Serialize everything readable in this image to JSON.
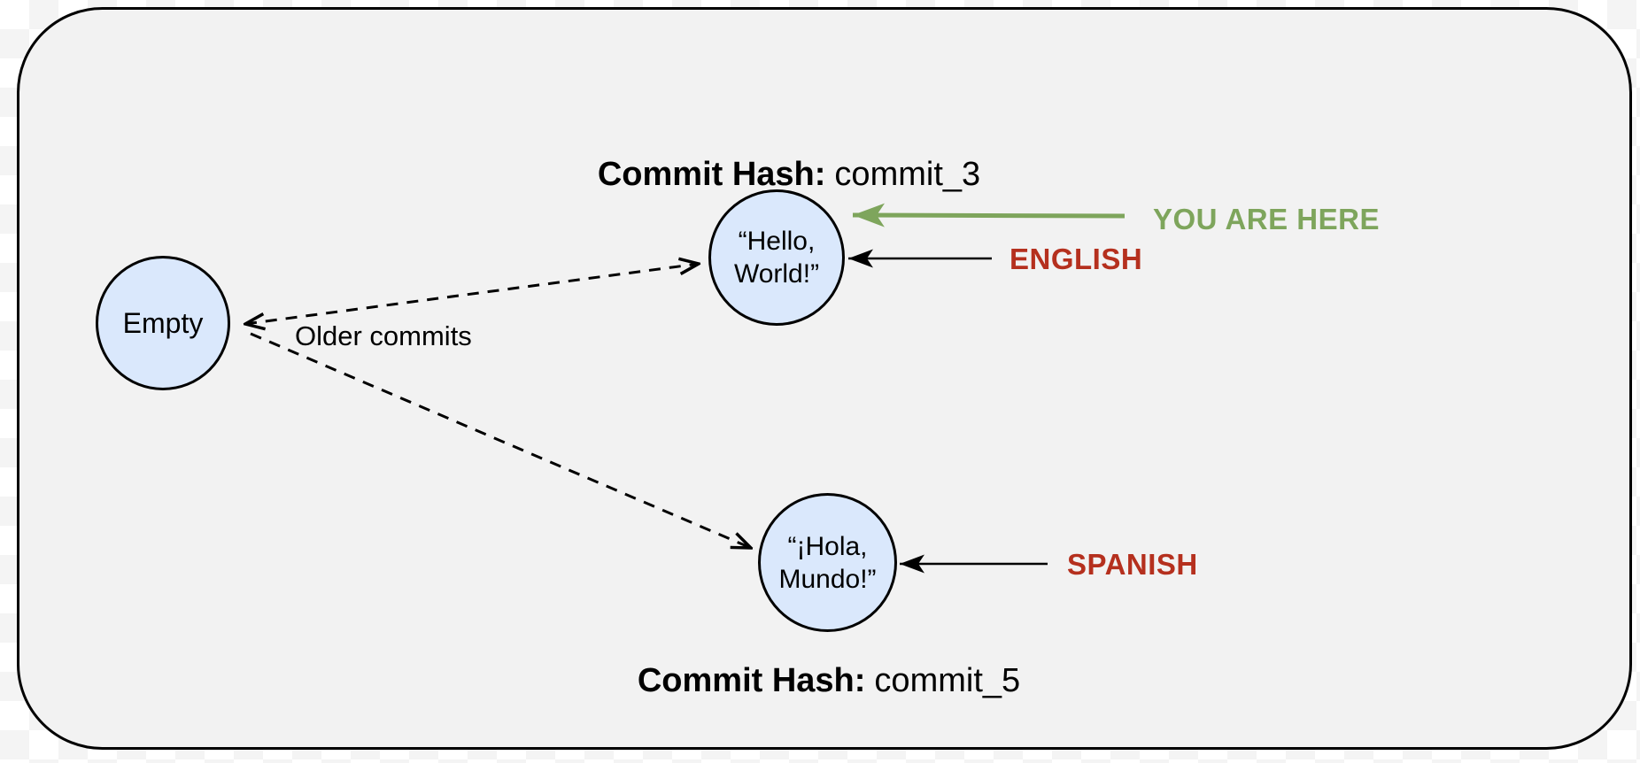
{
  "diagram": {
    "container_shape": "rounded-rectangle",
    "nodes": {
      "empty": {
        "label": "Empty"
      },
      "hello": {
        "line1": "“Hello,",
        "line2": "World!”"
      },
      "hola": {
        "line1": "“¡Hola,",
        "line2": "Mundo!”"
      }
    },
    "hash_captions": {
      "commit3": {
        "bold": "Commit Hash:",
        "value": "commit_3"
      },
      "commit5": {
        "bold": "Commit Hash:",
        "value": "commit_5"
      }
    },
    "edge_label": "Older commits",
    "annotations": {
      "you_are_here": {
        "label": "YOU ARE HERE",
        "color": "#7ea55c"
      },
      "english": {
        "label": "ENGLISH",
        "color": "#b5301e"
      },
      "spanish": {
        "label": "SPANISH",
        "color": "#b5301e"
      }
    },
    "colors": {
      "node_fill": "#dae8fc",
      "node_stroke": "#000000",
      "container_fill": "#f2f2f2",
      "container_stroke": "#000000",
      "arrow_green": "#7ea55c",
      "label_red": "#b5301e",
      "checker_light": "#ffffff",
      "checker_dark": "#f4f4f4"
    }
  }
}
